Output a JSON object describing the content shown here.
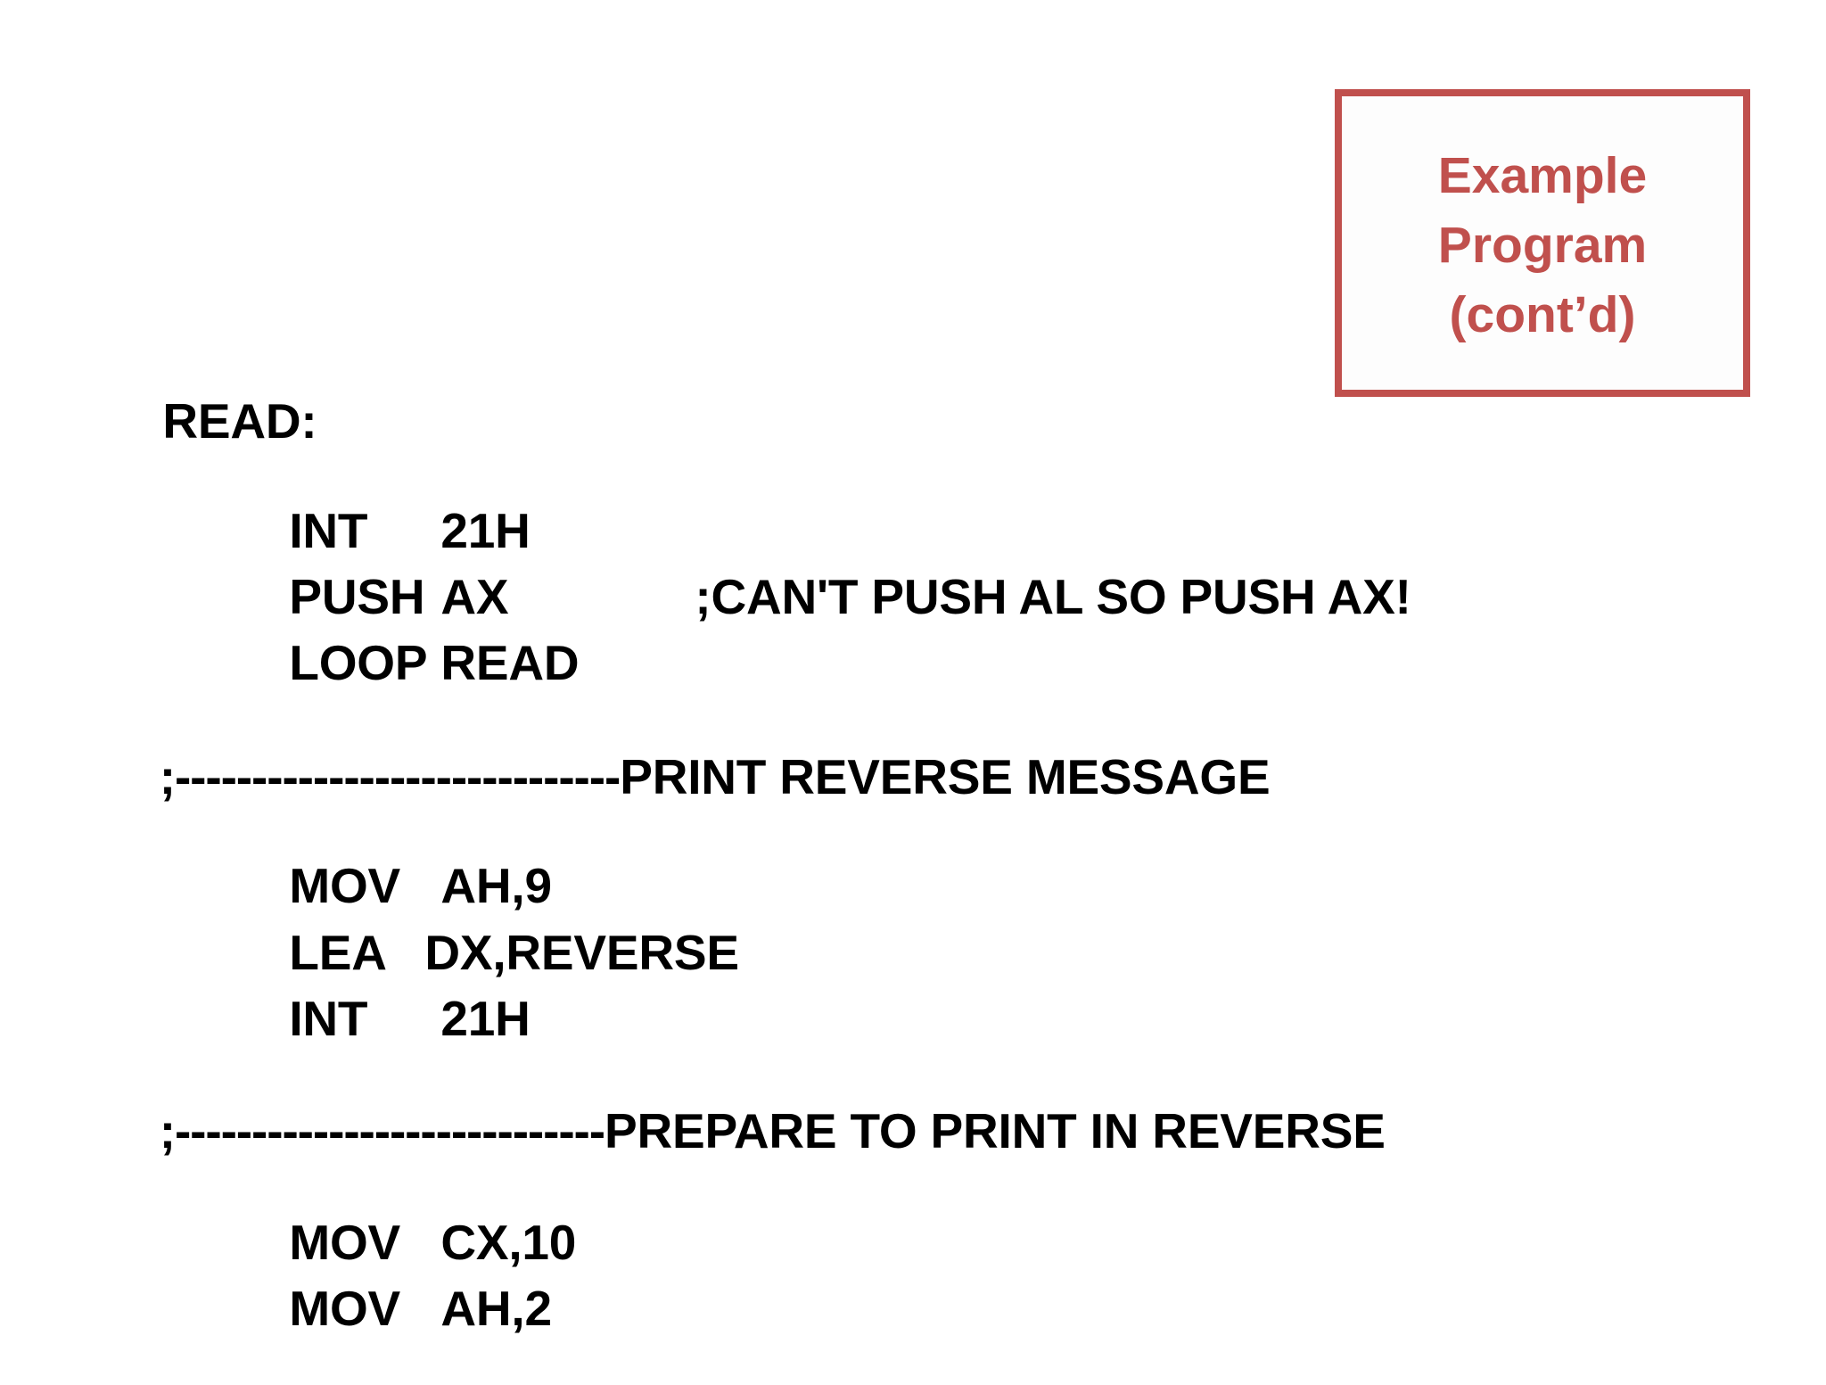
{
  "slide": {
    "background_color": "#FFFFFF",
    "text_color": "#000000",
    "accent_color": "#C0504D"
  },
  "title_box": {
    "border_color": "#C0504D",
    "fill_color": "#FDFDFD",
    "lines": [
      "Example",
      "Program",
      "(cont’d)"
    ]
  },
  "code": {
    "label_read": "READ:",
    "line_int_21h_a": {
      "mnemonic": "INT",
      "operand": "21H"
    },
    "line_push_ax": {
      "mnemonic": "PUSH",
      "operand": "AX",
      "comment": ";CAN'T PUSH AL SO PUSH AX!"
    },
    "line_loop_read": {
      "mnemonic": "LOOP",
      "operand": "READ"
    },
    "separator_1": {
      "dashes": ";-----------------------------",
      "heading": "PRINT REVERSE MESSAGE"
    },
    "line_mov_ah9": {
      "mnemonic": "MOV",
      "operand": "AH,9"
    },
    "line_lea_dx": {
      "mnemonic": "LEA",
      "operand": "DX,REVERSE"
    },
    "line_int_21h_b": {
      "mnemonic": "INT",
      "operand": "21H"
    },
    "separator_2": {
      "dashes": ";----------------------------",
      "heading": "PREPARE TO PRINT IN REVERSE"
    },
    "line_mov_cx10": {
      "mnemonic": "MOV",
      "operand": "CX,10"
    },
    "line_mov_ah2": {
      "mnemonic": "MOV",
      "operand": "AH,2"
    }
  }
}
